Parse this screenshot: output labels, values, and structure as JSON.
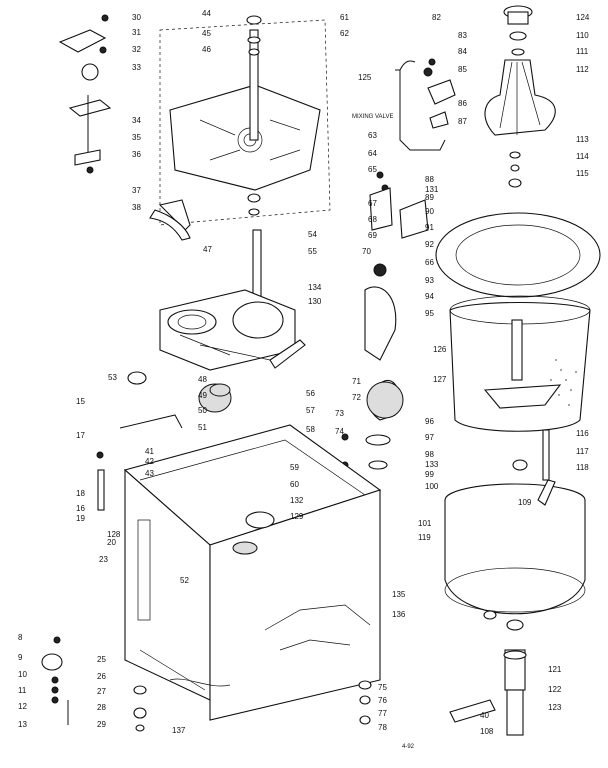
{
  "diagram": {
    "callouts": [
      "30",
      "31",
      "32",
      "33",
      "34",
      "35",
      "36",
      "37",
      "38",
      "44",
      "45",
      "46",
      "61",
      "62",
      "82",
      "83",
      "84",
      "85",
      "86",
      "87",
      "124",
      "110",
      "111",
      "112",
      "113",
      "114",
      "115",
      "125",
      "63",
      "64",
      "65",
      "66",
      "67",
      "68",
      "69",
      "70",
      "88",
      "131",
      "89",
      "90",
      "91",
      "92",
      "93",
      "94",
      "95",
      "47",
      "54",
      "55",
      "134",
      "130",
      "126",
      "127",
      "71",
      "72",
      "73",
      "74",
      "96",
      "97",
      "98",
      "99",
      "100",
      "101",
      "133",
      "116",
      "117",
      "118",
      "119",
      "53",
      "48",
      "49",
      "50",
      "51",
      "41",
      "42",
      "43",
      "56",
      "57",
      "58",
      "59",
      "60",
      "132",
      "129",
      "15",
      "16",
      "17",
      "18",
      "19",
      "20",
      "23",
      "128",
      "52",
      "135",
      "136",
      "25",
      "26",
      "27",
      "28",
      "29",
      "8",
      "9",
      "10",
      "11",
      "12",
      "13",
      "137",
      "75",
      "76",
      "77",
      "78",
      "40",
      "108",
      "109",
      "121",
      "122",
      "123"
    ],
    "valve_label": "MIXING VALVE",
    "footer_mark": "4-92"
  }
}
